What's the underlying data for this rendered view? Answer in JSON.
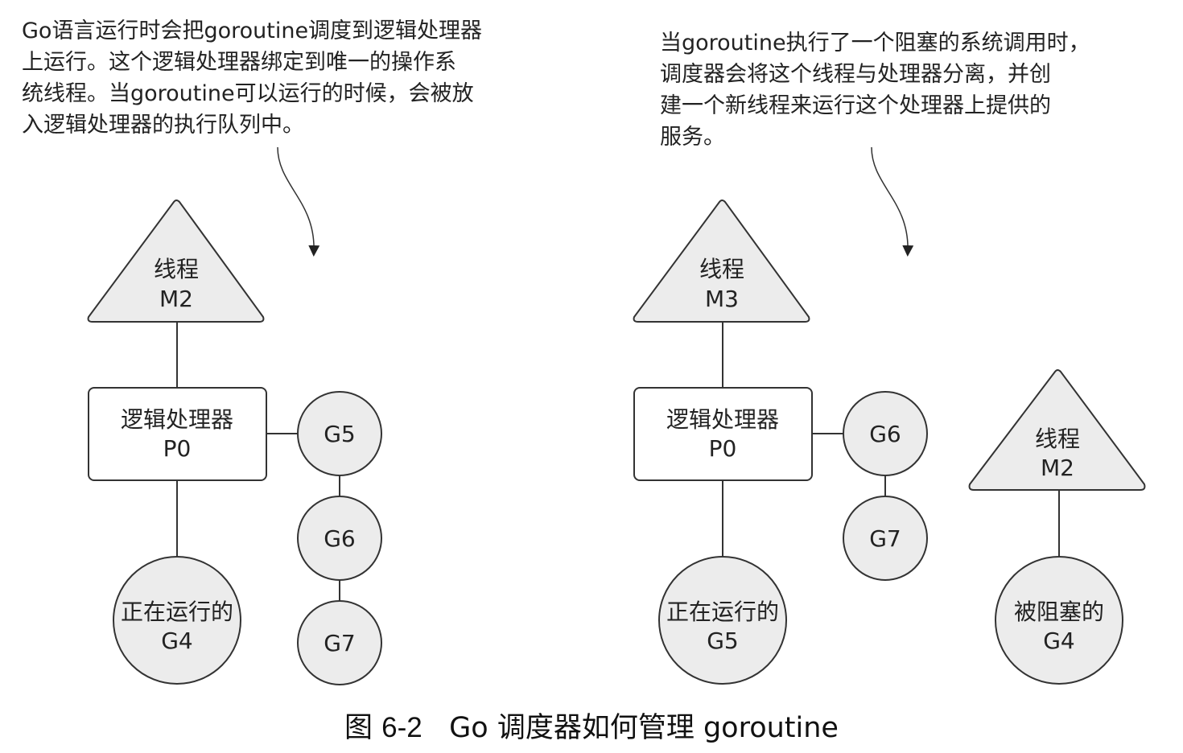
{
  "annotations": {
    "left": "Go语言运行时会把goroutine调度到逻辑处理器\n上运行。这个逻辑处理器绑定到唯一的操作系\n统线程。当goroutine可以运行的时候，会被放\n入逻辑处理器的执行队列中。",
    "right": "当goroutine执行了一个阻塞的系统调用时，\n调度器会将这个线程与处理器分离，并创\n建一个新线程来运行这个处理器上提供的\n服务。"
  },
  "left_panel": {
    "thread": {
      "line1": "线程",
      "line2": "M2"
    },
    "processor": {
      "line1": "逻辑处理器",
      "line2": "P0"
    },
    "running": {
      "line1": "正在运行的",
      "line2": "G4"
    },
    "queue": [
      "G5",
      "G6",
      "G7"
    ]
  },
  "right_panel": {
    "thread": {
      "line1": "线程",
      "line2": "M3"
    },
    "processor": {
      "line1": "逻辑处理器",
      "line2": "P0"
    },
    "running": {
      "line1": "正在运行的",
      "line2": "G5"
    },
    "queue": [
      "G6",
      "G7"
    ],
    "blocked_thread": {
      "line1": "线程",
      "line2": "M2"
    },
    "blocked": {
      "line1": "被阻塞的",
      "line2": "G4"
    }
  },
  "caption": {
    "prefix": "图",
    "number": "6-2",
    "title": "Go 调度器如何管理 goroutine"
  },
  "colors": {
    "shape_fill": "#ececec",
    "stroke": "#333333"
  }
}
